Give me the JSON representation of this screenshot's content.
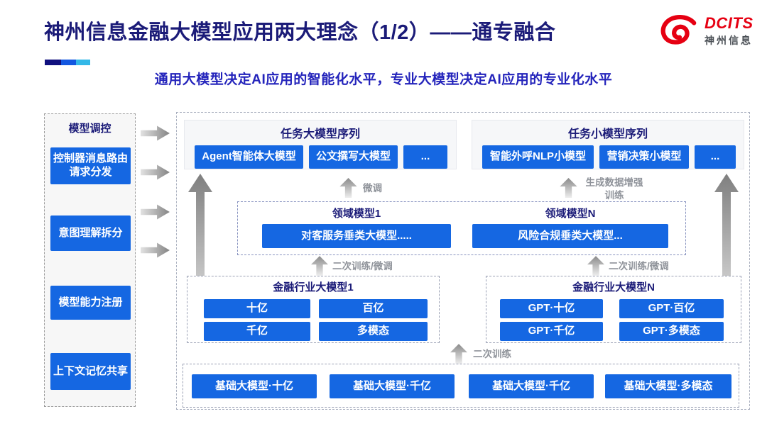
{
  "header": {
    "title": "神州信息金融大模型应用两大理念（1/2）——通专融合",
    "subtitle": "通用大模型决定AI应用的智能化水平，专业大模型决定AI应用的专业化水平",
    "logo": {
      "brand": "DCITS",
      "brand_cn": "神州信息"
    }
  },
  "sidebar": {
    "title": "模型调控",
    "items": [
      {
        "label": "控制器消息路由请求分发"
      },
      {
        "label": "意图理解拆分"
      },
      {
        "label": "模型能力注册"
      },
      {
        "label": "上下文记忆共享"
      }
    ]
  },
  "diagram": {
    "task_large": {
      "title": "任务大模型序列",
      "items": [
        "Agent智能体大模型",
        "公文撰写大模型",
        "..."
      ]
    },
    "task_small": {
      "title": "任务小模型序列",
      "items": [
        "智能外呼NLP小模型",
        "营销决策小模型",
        "..."
      ]
    },
    "labels": {
      "fine_tune": "微调",
      "gen_augment": "生成数据增强训练",
      "retrain_finetune_left": "二次训练/微调",
      "retrain_finetune_right": "二次训练/微调",
      "retrain": "二次训练"
    },
    "domain": {
      "left": {
        "title": "领域模型1",
        "item": "对客服务垂类大模型....."
      },
      "right": {
        "title": "领域模型N",
        "item": "风险合规垂类大模型..."
      }
    },
    "industry1": {
      "title": "金融行业大模型1",
      "items": [
        "十亿",
        "百亿",
        "千亿",
        "多模态"
      ]
    },
    "industryN": {
      "title": "金融行业大模型N",
      "items": [
        "GPT·十亿",
        "GPT·百亿",
        "GPT·千亿",
        "GPT·多模态"
      ]
    },
    "base": {
      "items": [
        "基础大模型·十亿",
        "基础大模型·千亿",
        "基础大模型·千亿",
        "基础大模型·多模态"
      ]
    }
  },
  "colors": {
    "navy_title": "#1b1b78",
    "subtitle_blue": "#2323bb",
    "button_blue": "#1567e2",
    "brand_red": "#e60012",
    "arrow_label_gray": "#8f939a",
    "accent_bar": [
      "#10107e",
      "#1357e0",
      "#33b8e8"
    ]
  }
}
